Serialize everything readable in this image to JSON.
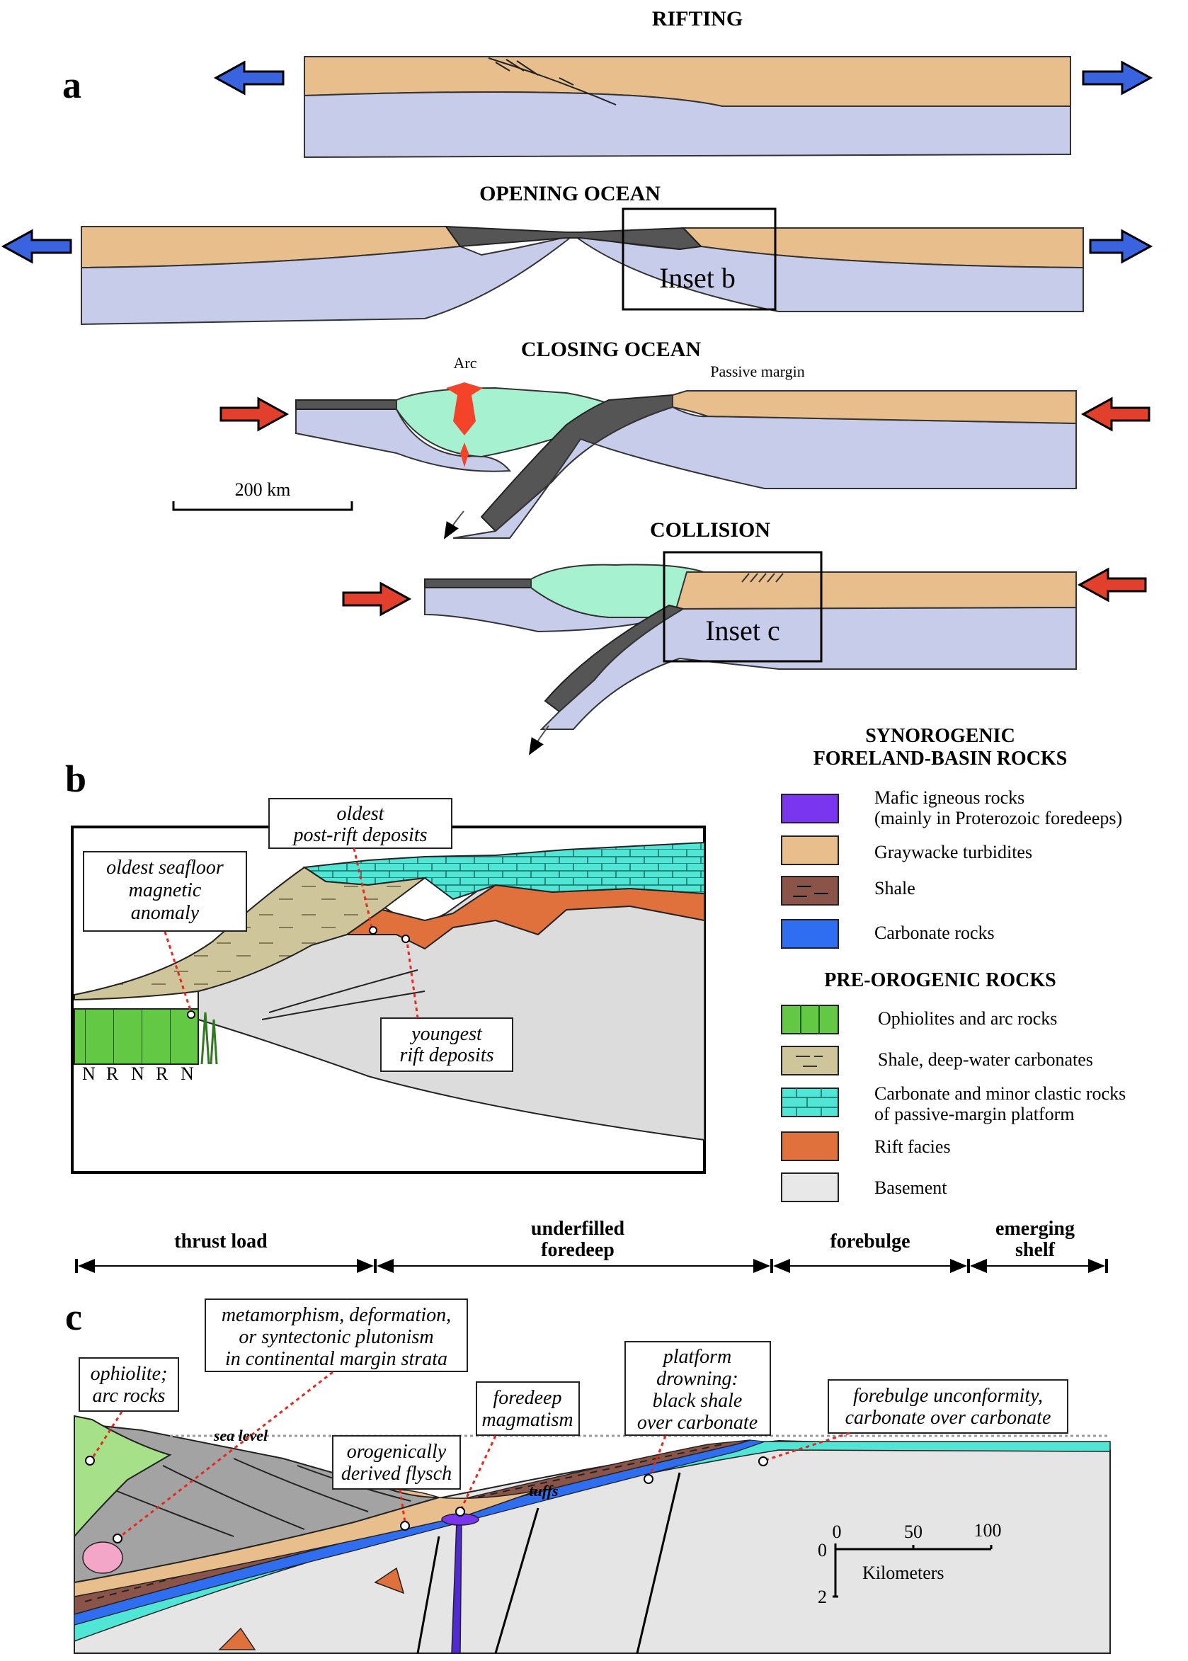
{
  "panel_labels": {
    "a": "a",
    "b": "b",
    "c": "c"
  },
  "panel_a": {
    "stages": [
      "RIFTING",
      "OPENING OCEAN",
      "CLOSING OCEAN",
      "COLLISION"
    ],
    "arc_label": "Arc",
    "passive_margin_label": "Passive margin",
    "scale_bar_label": "200 km",
    "inset_b_label": "Inset b",
    "inset_c_label": "Inset c",
    "arrow_colors": {
      "extension": "#3a63e0",
      "compression": "#e2402c"
    }
  },
  "panel_b": {
    "labels": {
      "oldest_seafloor_anomaly": [
        "oldest seafloor",
        "magnetic",
        "anomaly"
      ],
      "oldest_post_rift": [
        "oldest",
        "post-rift deposits"
      ],
      "youngest_rift": [
        "youngest",
        "rift deposits"
      ]
    },
    "polarity_labels": [
      "N",
      "R",
      "N",
      "R",
      "N"
    ]
  },
  "legend": {
    "synorogenic_heading": [
      "SYNOROGENIC",
      "FORELAND-BASIN ROCKS"
    ],
    "synorogenic_items": [
      {
        "label": [
          "Mafic igneous rocks",
          "(mainly in Proterozoic foredeeps)"
        ],
        "color": "#7a35ef"
      },
      {
        "label": [
          "Graywacke turbidites"
        ],
        "color": "#e8be8c"
      },
      {
        "label": [
          "Shale"
        ],
        "color": "#8a5548"
      },
      {
        "label": [
          "Carbonate rocks"
        ],
        "color": "#2f6ef0"
      }
    ],
    "preorogenic_heading": [
      "PRE-OROGENIC ROCKS"
    ],
    "preorogenic_items": [
      {
        "label": [
          "Ophiolites and arc rocks"
        ],
        "color": "#63c945"
      },
      {
        "label": [
          "Shale, deep-water carbonates"
        ],
        "color": "#cfc59a"
      },
      {
        "label": [
          "Carbonate and minor clastic rocks",
          "of passive-margin platform"
        ],
        "color": "#4fe6d6"
      },
      {
        "label": [
          "Rift facies"
        ],
        "color": "#e0703c"
      },
      {
        "label": [
          "Basement"
        ],
        "color": "#e8e8e8"
      }
    ]
  },
  "zones": [
    "thrust load",
    [
      "underfilled",
      "foredeep"
    ],
    "forebulge",
    [
      "emerging",
      "shelf"
    ]
  ],
  "panel_c": {
    "labels": {
      "ophiolite": [
        "ophiolite;",
        "arc rocks"
      ],
      "metamorphism": [
        "metamorphism, deformation,",
        "or syntectonic plutonism",
        "in continental margin strata"
      ],
      "foredeep_magmatism": [
        "foredeep",
        "magmatism"
      ],
      "platform_drowning": [
        "platform",
        "drowning:",
        "black shale",
        "over carbonate"
      ],
      "forebulge_unconformity": [
        "forebulge unconformity,",
        "carbonate over carbonate"
      ],
      "flysch": [
        "orogenically",
        "derived flysch"
      ],
      "sea_level": "sea level",
      "tuffs": "tuffs"
    },
    "scale": {
      "ticks": [
        "0",
        "50",
        "100"
      ],
      "depth_ticks": [
        "0",
        "2"
      ],
      "unit": "Kilometers"
    }
  }
}
